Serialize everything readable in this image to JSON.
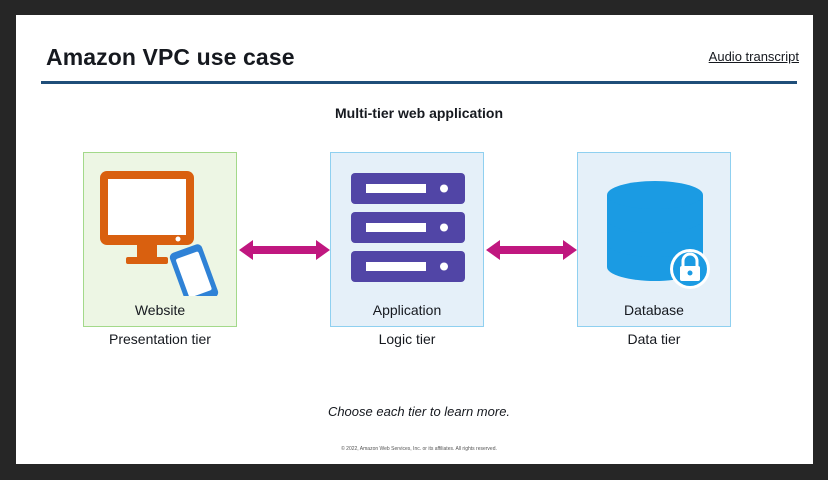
{
  "page": {
    "title": "Amazon VPC use case",
    "audio_transcript_link": "Audio transcript",
    "subtitle": "Multi-tier web application",
    "instruction": "Choose each tier to learn more.",
    "copyright": "© 2022, Amazon Web Services, Inc. or its affiliates. All rights reserved."
  },
  "tiers": [
    {
      "label": "Website",
      "caption": "Presentation tier",
      "icon": "monitor-with-phone-icon"
    },
    {
      "label": "Application",
      "caption": "Logic tier",
      "icon": "server-stack-icon"
    },
    {
      "label": "Database",
      "caption": "Data tier",
      "icon": "locked-database-icon"
    }
  ],
  "colors": {
    "accent_rule": "#1f4e79",
    "arrow": "#c0177f",
    "monitor": "#d9600f",
    "phone": "#2f82d6",
    "server": "#5145a6",
    "database": "#1b9be3",
    "presentation_bg": "#edf6e4",
    "presentation_border": "#a3d98a",
    "tier_bg": "#e5f0f9",
    "tier_border": "#8fd0f0"
  }
}
